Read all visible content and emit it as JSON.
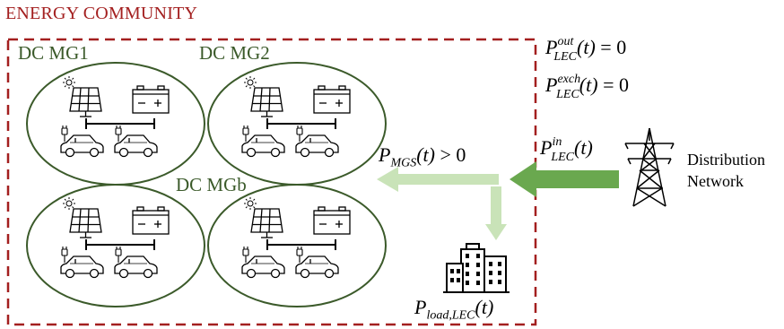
{
  "title": "ENERGY COMMUNITY",
  "microgrids": [
    {
      "label": "DC MG1"
    },
    {
      "label": "DC MG2"
    },
    {
      "label": "DC MGb"
    }
  ],
  "equations": {
    "p_out": {
      "sym": "P",
      "sup": "out",
      "sub": "LEC",
      "arg": "(t)",
      "rhs": " = 0"
    },
    "p_exch": {
      "sym": "P",
      "sup": "exch",
      "sub": "LEC",
      "arg": "(t)",
      "rhs": " = 0"
    },
    "p_in": {
      "sym": "P",
      "sup": "in",
      "sub": "LEC",
      "arg": "(t)"
    },
    "p_mgs": {
      "sym": "P",
      "sub": "MGS",
      "arg": "(t)",
      "rhs": " > 0"
    },
    "p_load": {
      "sym": "P",
      "sub": "load,LEC",
      "arg": "(t)"
    }
  },
  "distribution": {
    "line1": "Distribution",
    "line2": "Network"
  },
  "colors": {
    "community_border": "#a31f1f",
    "microgrid_border": "#3b5a2a",
    "import_arrow": "#6aa84f",
    "internal_arrow": "#c9e3b8"
  },
  "icons": [
    "solar-panel-icon",
    "battery-icon",
    "ev-car-icon",
    "ev-plug-icon",
    "transmission-tower-icon",
    "buildings-icon"
  ]
}
